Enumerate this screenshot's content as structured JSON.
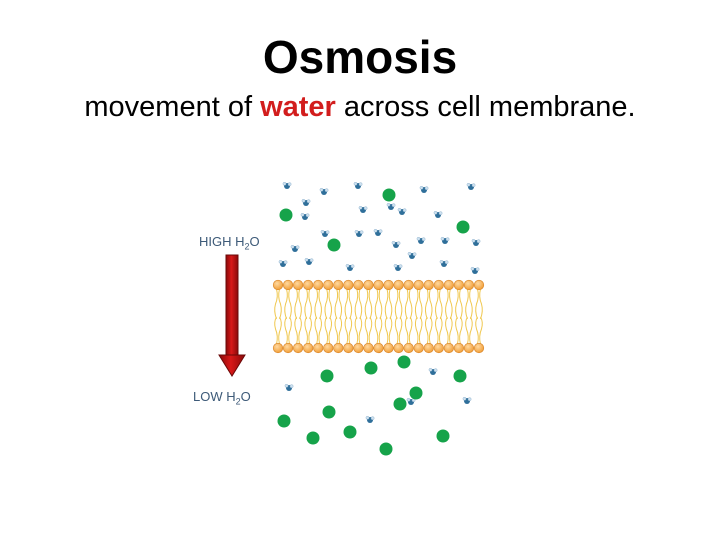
{
  "slide": {
    "title": "Osmosis",
    "subtitle_before": "movement of ",
    "subtitle_highlight": "water",
    "subtitle_after": " across cell membrane."
  },
  "labels": {
    "high_prefix": "HIGH H",
    "high_sub": "2",
    "high_suffix": "O",
    "low_prefix": "LOW H",
    "low_sub": "2",
    "low_suffix": "O"
  },
  "colors": {
    "highlight": "#d21d1d",
    "arrow": "#cc1414",
    "solute": "#16a34a",
    "water": "#2f6f9a",
    "lipid_head": "#f4a340",
    "lipid_tail": "#f0c850"
  }
}
